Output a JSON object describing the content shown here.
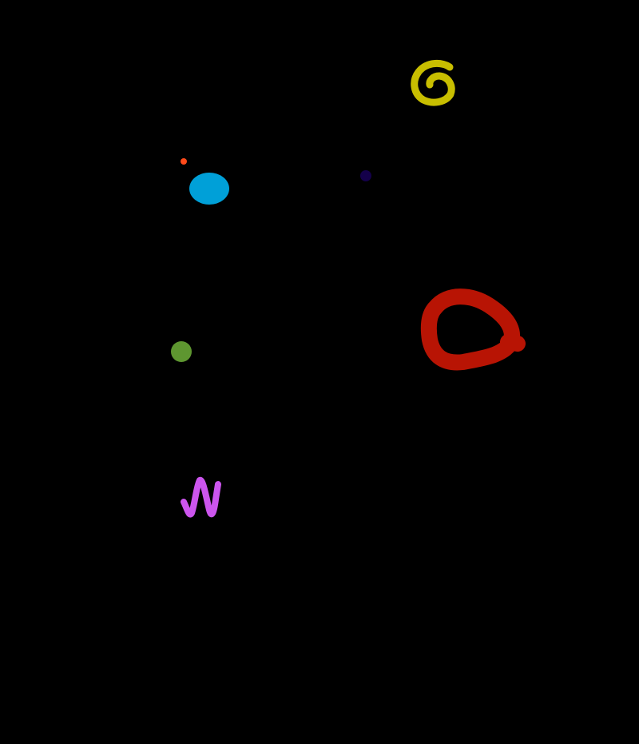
{
  "canvas": {
    "background": "#000000",
    "strokes": [
      {
        "name": "yellow-spiral",
        "color": "#c8be00"
      },
      {
        "name": "orange-dot",
        "color": "#ff4a1a"
      },
      {
        "name": "blue-blob",
        "color": "#00a0d8"
      },
      {
        "name": "navy-dot",
        "color": "#14004a"
      },
      {
        "name": "red-loop",
        "color": "#b81404"
      },
      {
        "name": "green-dot",
        "color": "#5e9630"
      },
      {
        "name": "purple-zigzag",
        "color": "#cc55ee"
      }
    ]
  }
}
